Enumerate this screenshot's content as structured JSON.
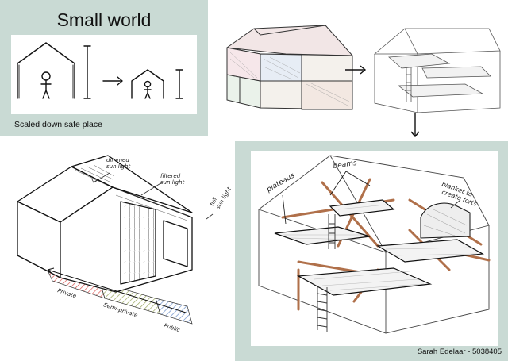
{
  "title": "Small world",
  "caption": "Scaled down safe place",
  "author": "Sarah Edelaar - 5038405",
  "labels": {
    "dimmed": [
      "dimmed",
      "sun light"
    ],
    "filtered": [
      "filtered",
      "sun light"
    ],
    "full": [
      "full",
      "sun light"
    ],
    "private": "Private",
    "semi_private": "Semi-private",
    "public": "Public",
    "plateaus": "plateaus",
    "beams": "beams",
    "blanket": [
      "blanket to",
      "create forts"
    ]
  },
  "colors": {
    "panel": "#c9dad4",
    "beam": "#b0704a",
    "private_hatch": "#d9534f",
    "public_hatch": "#6a8fc9"
  }
}
